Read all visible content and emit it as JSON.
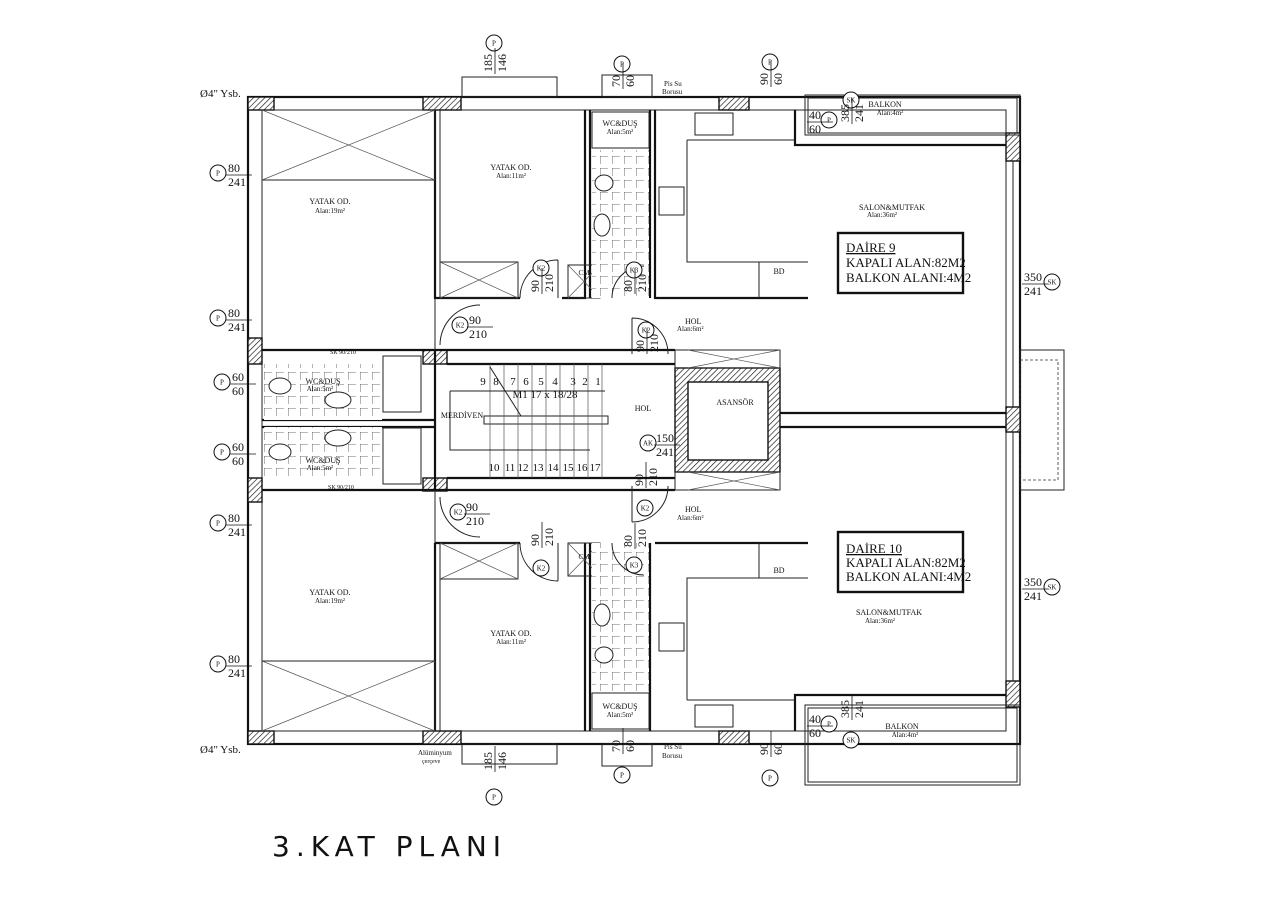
{
  "title": "3.KAT PLANI",
  "annotations": {
    "pipe_top": "Ø4\" Ysb.",
    "pipe_bottom": "Ø4\" Ysb.",
    "waste_pipe_top": [
      "Pis Su",
      "Borusu"
    ],
    "waste_pipe_bottom": [
      "Pis Su",
      "Borusu"
    ],
    "aluminium_frame": [
      "Alüminyum",
      "çerçeve"
    ],
    "sk_door_top": "SK 90/210",
    "sk_door_bottom": "SK 90/210"
  },
  "rooms": {
    "bedroom_large_top": {
      "name": "YATAK OD.",
      "area": "Alan:19m²"
    },
    "bedroom_small_top": {
      "name": "YATAK OD.",
      "area": "Alan:11m²"
    },
    "wc_top": {
      "name": "WC&DUŞ",
      "area": "Alan:5m²"
    },
    "salon_top": {
      "name": "SALON&MUTFAK",
      "area": "Alan:36m²"
    },
    "balcony_top": {
      "name": "BALKON",
      "area": "Alan:4m²"
    },
    "wc_mid_top": {
      "name": "WC&DUŞ",
      "area": "Alan:5m²"
    },
    "wc_mid_bottom": {
      "name": "WC&DUŞ",
      "area": "Alan:5m²"
    },
    "hall_top": {
      "name": "HOL",
      "area": "Alan:6m²"
    },
    "hall_bottom": {
      "name": "HOL",
      "area": "Alan:6m²"
    },
    "hall_center": {
      "name": "HOL"
    },
    "elevator": {
      "name": "ASANSÖR"
    },
    "stairs": {
      "name": "MERDİVEN",
      "spec": "M1 17 x 18/28"
    },
    "bedroom_large_bottom": {
      "name": "YATAK OD.",
      "area": "Alan:19m²"
    },
    "bedroom_small_bottom": {
      "name": "YATAK OD.",
      "area": "Alan:11m²"
    },
    "wc_bottom": {
      "name": "WC&DUŞ",
      "area": "Alan:5m²"
    },
    "salon_bottom": {
      "name": "SALON&MUTFAK",
      "area": "Alan:36m²"
    },
    "balcony_bottom": {
      "name": "BALKON",
      "area": "Alan:4m²"
    },
    "bd_top": "BD",
    "bd_bottom": "BD",
    "cm_top": "CM",
    "cm_bottom": "CM"
  },
  "units": [
    {
      "name": "DAİRE 9",
      "closed_area": "KAPALI ALAN:82M2",
      "balcony_area": "BALKON ALANI:4M2"
    },
    {
      "name": "DAİRE 10",
      "closed_area": "KAPALI ALAN:82M2",
      "balcony_area": "BALKON ALANI:4M2"
    }
  ],
  "stair_steps_upper": [
    "9",
    "8",
    "7",
    "6",
    "5",
    "4",
    "3",
    "2",
    "1"
  ],
  "stair_steps_lower": [
    "10",
    "11",
    "12",
    "13",
    "14",
    "15",
    "16",
    "17"
  ],
  "openings": {
    "w_top_1": {
      "code": "P",
      "a": "185",
      "b": "146"
    },
    "w_top_2": {
      "code": "P",
      "a": "70",
      "b": "60"
    },
    "w_top_3": {
      "code": "P",
      "a": "90",
      "b": "60"
    },
    "w_left_1": {
      "code": "P",
      "a": "80",
      "b": "241"
    },
    "w_left_2": {
      "code": "P",
      "a": "80",
      "b": "241"
    },
    "w_left_3": {
      "code": "P",
      "a": "60",
      "b": "60"
    },
    "w_left_4": {
      "code": "P",
      "a": "60",
      "b": "60"
    },
    "w_left_5": {
      "code": "P",
      "a": "80",
      "b": "241"
    },
    "w_left_6": {
      "code": "P",
      "a": "80",
      "b": "241"
    },
    "bal_top_p": {
      "code": "P",
      "a": "40",
      "b": "60"
    },
    "bal_top_sk": {
      "code": "SK",
      "a": "385",
      "b": "241"
    },
    "right_sk_1": {
      "code": "SK",
      "a": "350",
      "b": "241"
    },
    "right_sk_2": {
      "code": "SK",
      "a": "350",
      "b": "241"
    },
    "d_k2_top": {
      "code": "K2",
      "a": "90",
      "b": "210"
    },
    "d_k3_top": {
      "code": "K3",
      "a": "80",
      "b": "210"
    },
    "d_k2_hall_tl": {
      "code": "K2",
      "a": "90",
      "b": "210"
    },
    "d_k2_hall_tr": {
      "code": "K2",
      "a": "90",
      "b": "210"
    },
    "d_ak": {
      "code": "AK",
      "a": "150",
      "b": "241"
    },
    "d_k2_hall_br": {
      "code": "K2",
      "a": "90",
      "b": "210"
    },
    "d_k2_hall_bl": {
      "code": "K2",
      "a": "90",
      "b": "210"
    },
    "d_k2_bottom": {
      "code": "K2",
      "a": "90",
      "b": "210"
    },
    "d_k3_bottom": {
      "code": "K3",
      "a": "80",
      "b": "210"
    },
    "bal_bot_p": {
      "code": "P",
      "a": "40",
      "b": "60"
    },
    "bal_bot_sk": {
      "code": "SK",
      "a": "385",
      "b": "241"
    },
    "w_bot_1": {
      "code": "P",
      "a": "185",
      "b": "146"
    },
    "w_bot_2": {
      "code": "P",
      "a": "70",
      "b": "60"
    },
    "w_bot_3": {
      "code": "P",
      "a": "90",
      "b": "60"
    }
  }
}
